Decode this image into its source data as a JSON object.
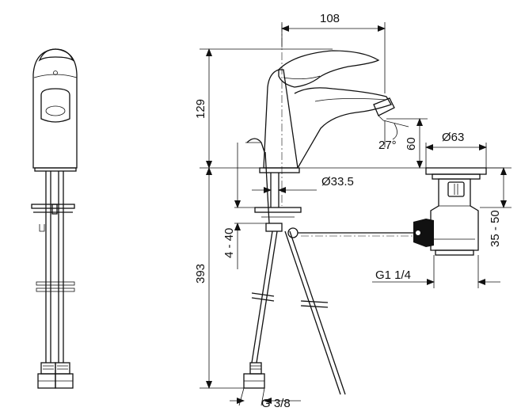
{
  "dimensions": {
    "spout_reach": "108",
    "body_height": "129",
    "spout_angle": "27°",
    "outlet_height": "60",
    "drain_diameter": "Ø63",
    "base_diameter": "Ø33.5",
    "drain_adjust": "35 - 50",
    "deck_thickness": "4 - 40",
    "hose_length": "393",
    "drain_thread": "G1 1/4",
    "hose_thread": "G 3/8"
  }
}
